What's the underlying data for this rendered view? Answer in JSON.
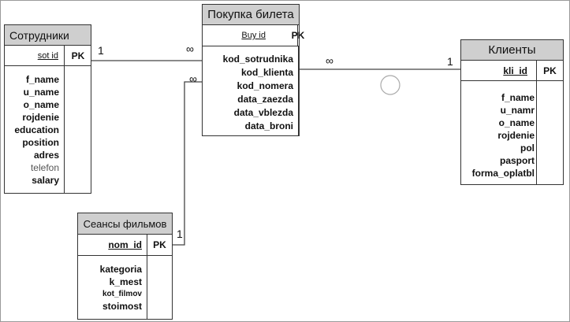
{
  "entities": {
    "sotrudniki": {
      "title": "Сотрудники",
      "key": "sot id",
      "pk": "PK",
      "attributes": [
        "f_name",
        "u_name",
        "o_name",
        "rojdenie",
        "education",
        "position",
        "adres",
        "telefon",
        "salary"
      ]
    },
    "pokupka": {
      "title": "Покупка билета",
      "key": "Buy id",
      "pk": "PK",
      "attributes": [
        "kod_sotrudnika",
        "kod_klienta",
        "kod_nomera",
        "data_zaezda",
        "data_vblezda",
        "data_broni"
      ]
    },
    "klienty": {
      "title": "Клиенты",
      "key": "kli_id",
      "pk": "PK",
      "attributes": [
        "f_name",
        "u_namr",
        "o_name",
        "rojdenie",
        "pol",
        "pasport",
        "forma_oplatbl"
      ]
    },
    "seansy": {
      "title": "Сеансы фильмов",
      "key": "nom_id",
      "pk": "PK",
      "attributes": [
        "kategoria",
        "k_mest",
        "kot_filmov",
        "stoimost"
      ]
    }
  },
  "cardinalities": {
    "sotr_side": "1",
    "pokupka_left_top": "∞",
    "pokupka_left_bottom": "∞",
    "pokupka_right": "∞",
    "klienty_side": "1",
    "seansy_side": "1"
  },
  "colors": {
    "header_fill": "#cfcfcf",
    "border": "#333333",
    "line": "#444444"
  }
}
